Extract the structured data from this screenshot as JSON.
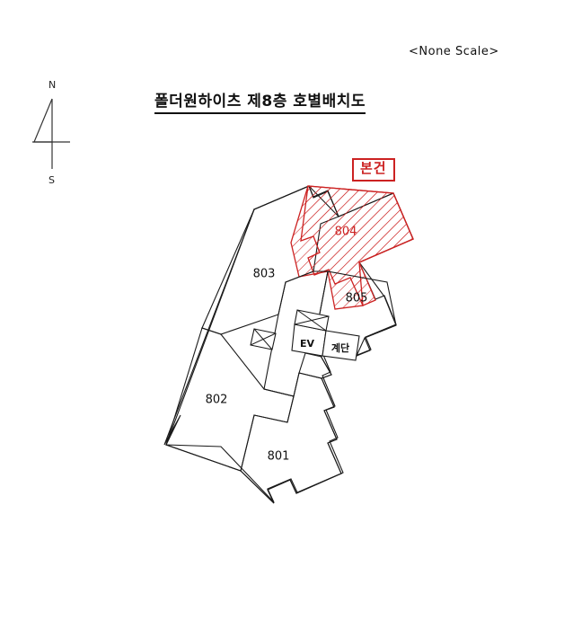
{
  "document": {
    "scale_note": "<None Scale>",
    "title": "폴더원하이츠 제8층 호별배치도"
  },
  "compass": {
    "north_label": "N",
    "south_label": "S",
    "name": "north-arrow"
  },
  "legend": {
    "subject_label": "본건",
    "subject_color": "#cc2222"
  },
  "floorplan": {
    "subject_unit": "804",
    "units": [
      {
        "id": "801",
        "label": "801",
        "highlighted": false
      },
      {
        "id": "802",
        "label": "802",
        "highlighted": false
      },
      {
        "id": "803",
        "label": "803",
        "highlighted": false
      },
      {
        "id": "804",
        "label": "804",
        "highlighted": true
      },
      {
        "id": "805",
        "label": "805",
        "highlighted": false
      }
    ],
    "facilities": [
      {
        "id": "ev",
        "label": "EV"
      },
      {
        "id": "stairs",
        "label": "계단"
      }
    ],
    "line_color": "#1a1a1a",
    "highlight_color": "#cc2222"
  }
}
